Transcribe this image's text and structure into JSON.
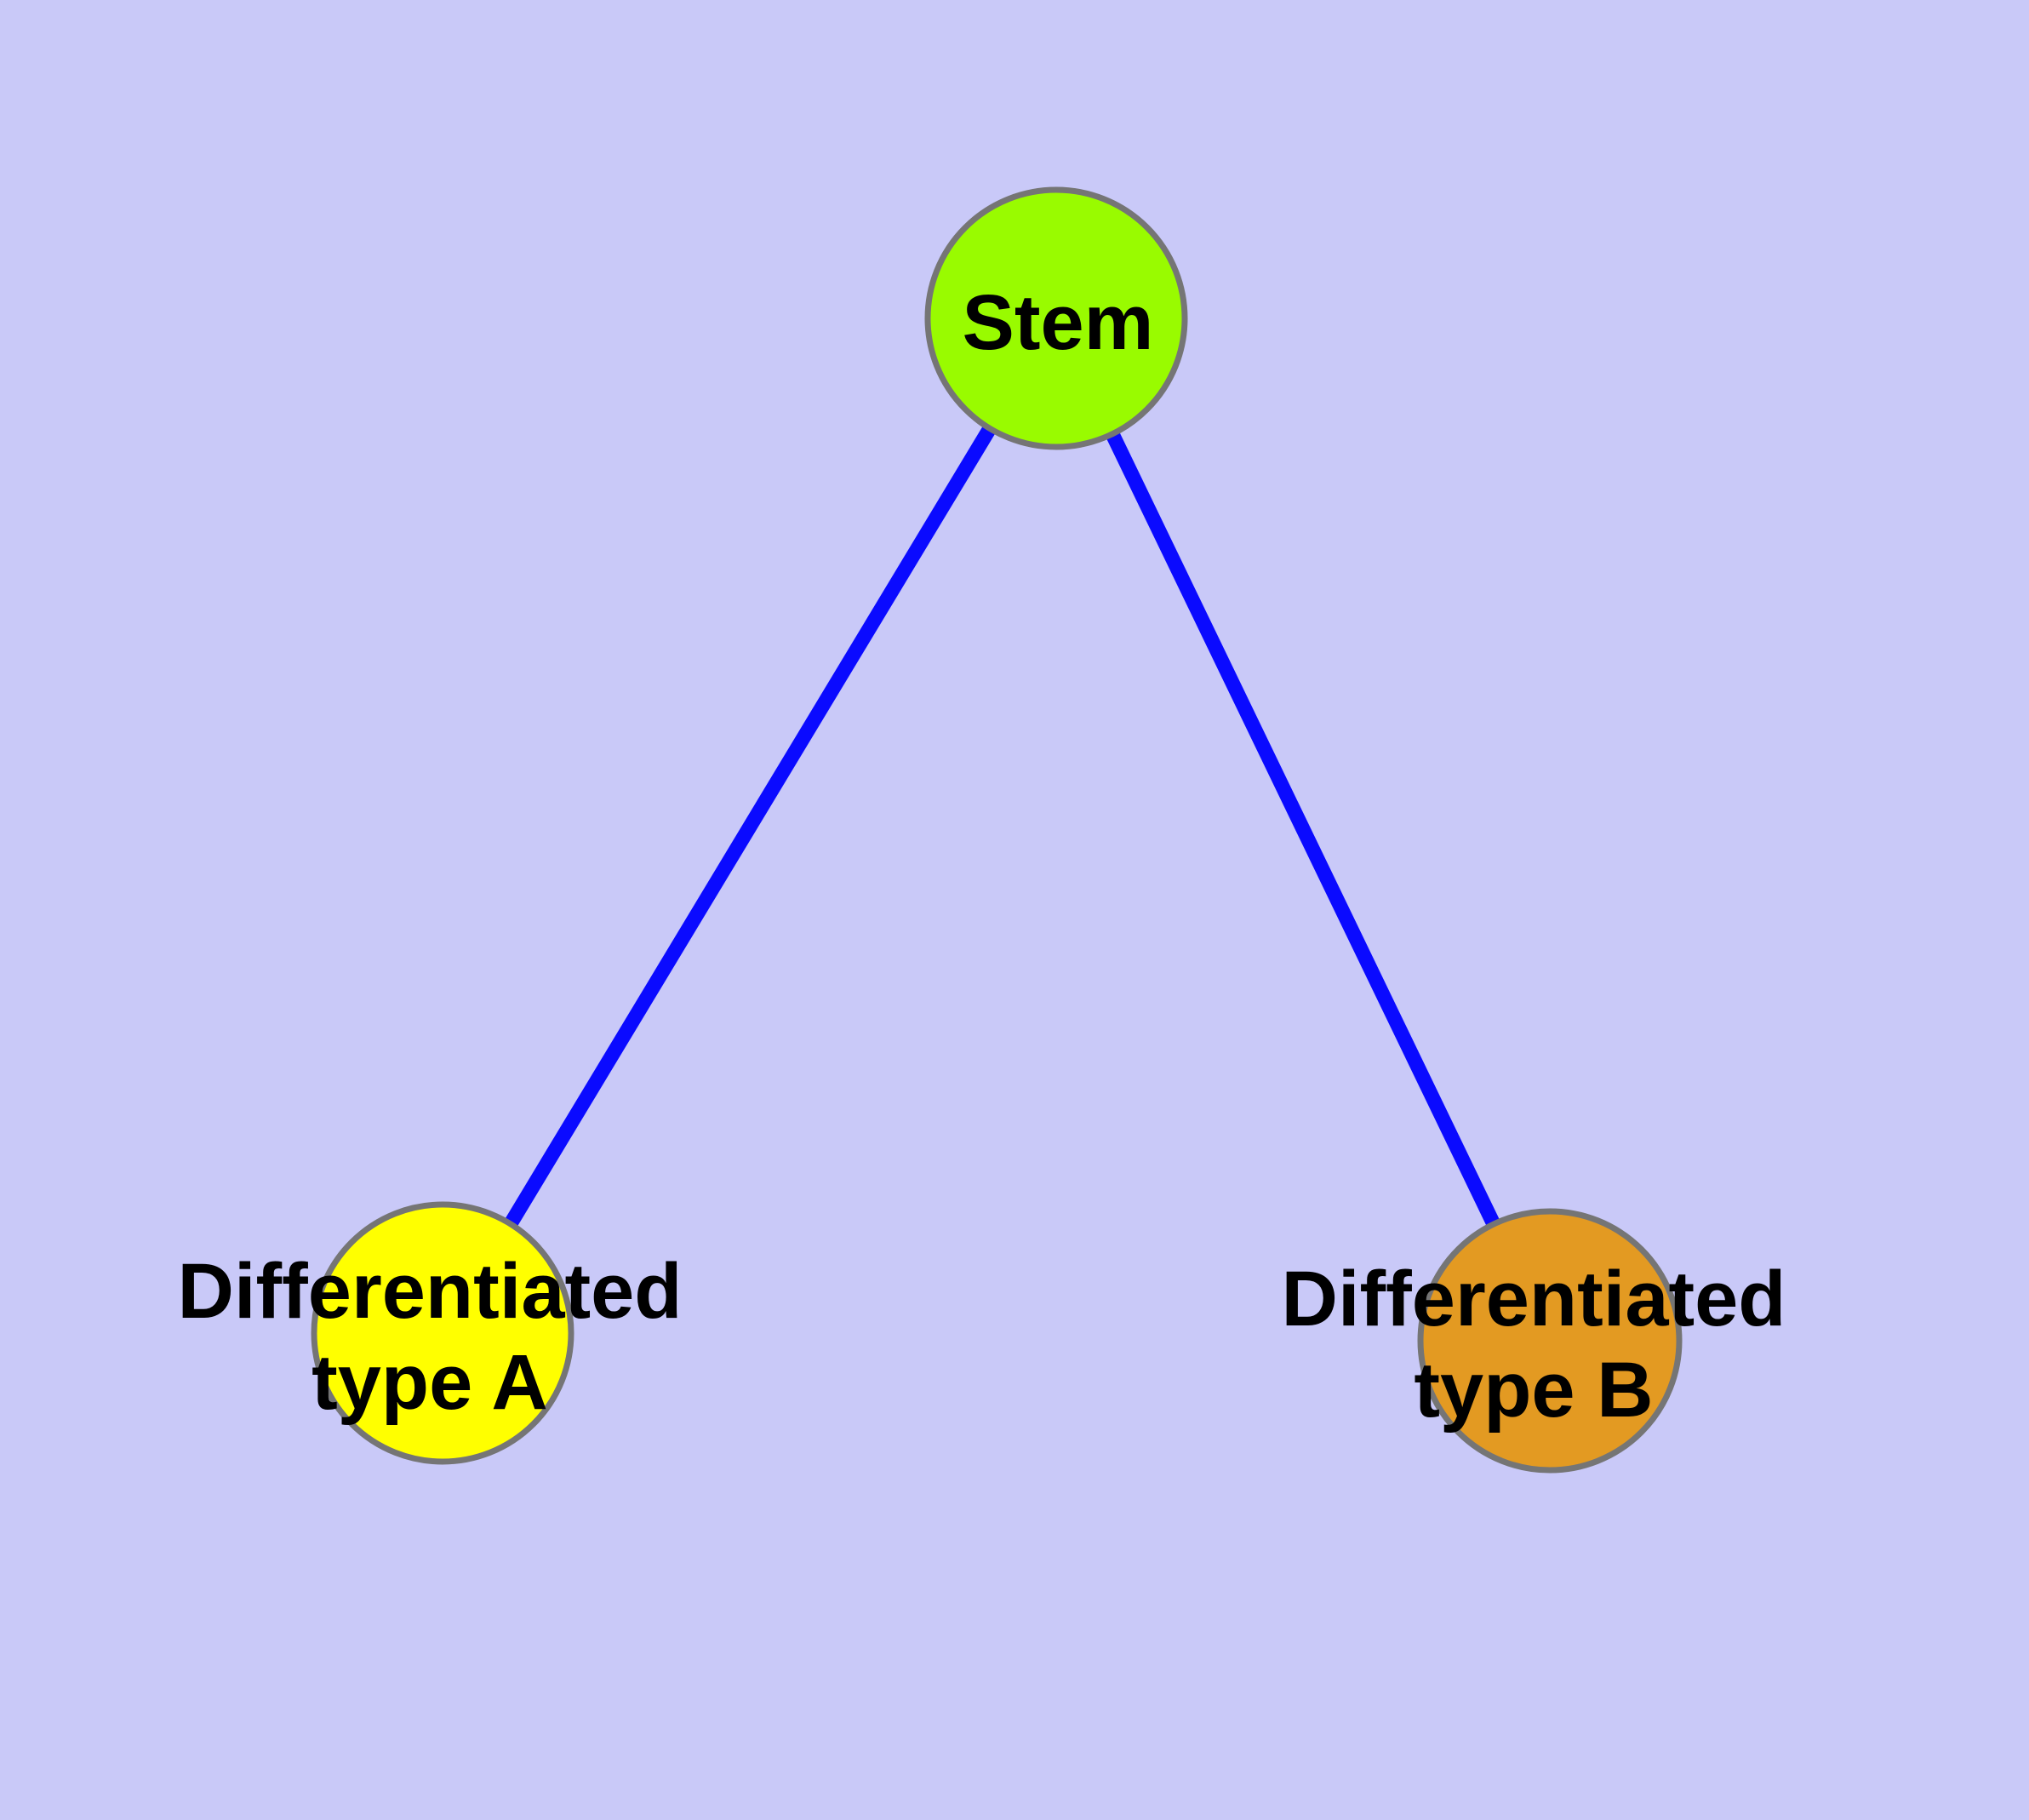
{
  "diagram": {
    "background_color": "#C9C9F8",
    "edge_color": "#0A0AFF",
    "node_border_color": "#757575",
    "label_color": "#000000",
    "nodes": {
      "stem": {
        "label": "Stem",
        "fill": "#99FB00"
      },
      "type_a": {
        "label_line1": "Differentiated",
        "label_line2": "type A",
        "fill": "#FFFF00"
      },
      "type_b": {
        "label_line1": "Differentiated",
        "label_line2": "type B",
        "fill": "#E39A22"
      }
    },
    "edges": [
      {
        "from": "stem",
        "to": "type_a"
      },
      {
        "from": "stem",
        "to": "type_b"
      }
    ]
  }
}
